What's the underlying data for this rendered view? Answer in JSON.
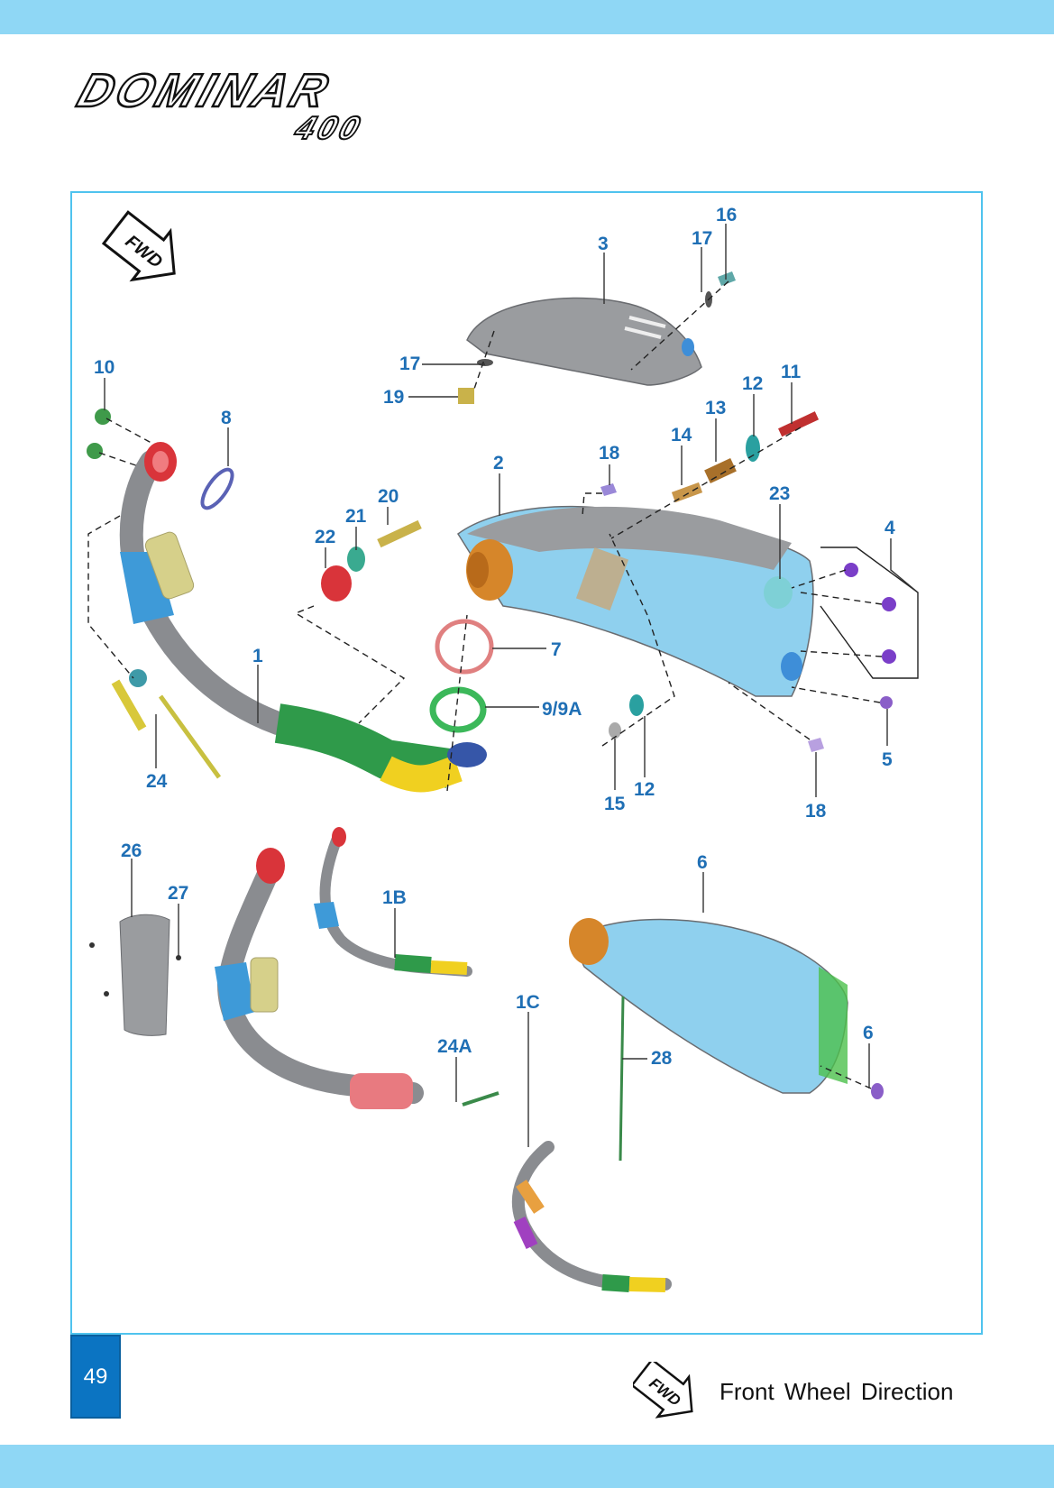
{
  "logo": {
    "line1": "DOMINAR",
    "line2": "400"
  },
  "fwd_badge": "FWD",
  "callouts": {
    "c16": "16",
    "c17a": "17",
    "c3": "3",
    "c10": "10",
    "c17b": "17",
    "c19": "19",
    "c8": "8",
    "c12a": "12",
    "c11": "11",
    "c13": "13",
    "c18a": "18",
    "c14": "14",
    "c2": "2",
    "c20": "20",
    "c21": "21",
    "c22": "22",
    "c23": "23",
    "c4": "4",
    "c1": "1",
    "c7": "7",
    "c9": "9/9A",
    "c24": "24",
    "c15": "15",
    "c12b": "12",
    "c18b": "18",
    "c5": "5",
    "c26": "26",
    "c27": "27",
    "c1b": "1B",
    "c6a": "6",
    "c1c": "1C",
    "c24a": "24A",
    "c28": "28",
    "c6b": "6"
  },
  "footer": {
    "page_number": "49",
    "legend_badge": "FWD",
    "legend_text": "Front Wheel Direction"
  },
  "colors": {
    "band": "#8fd7f5",
    "frame_border": "#4fc3ee",
    "callout": "#1f6fb5",
    "page_box": "#0b74c2"
  }
}
